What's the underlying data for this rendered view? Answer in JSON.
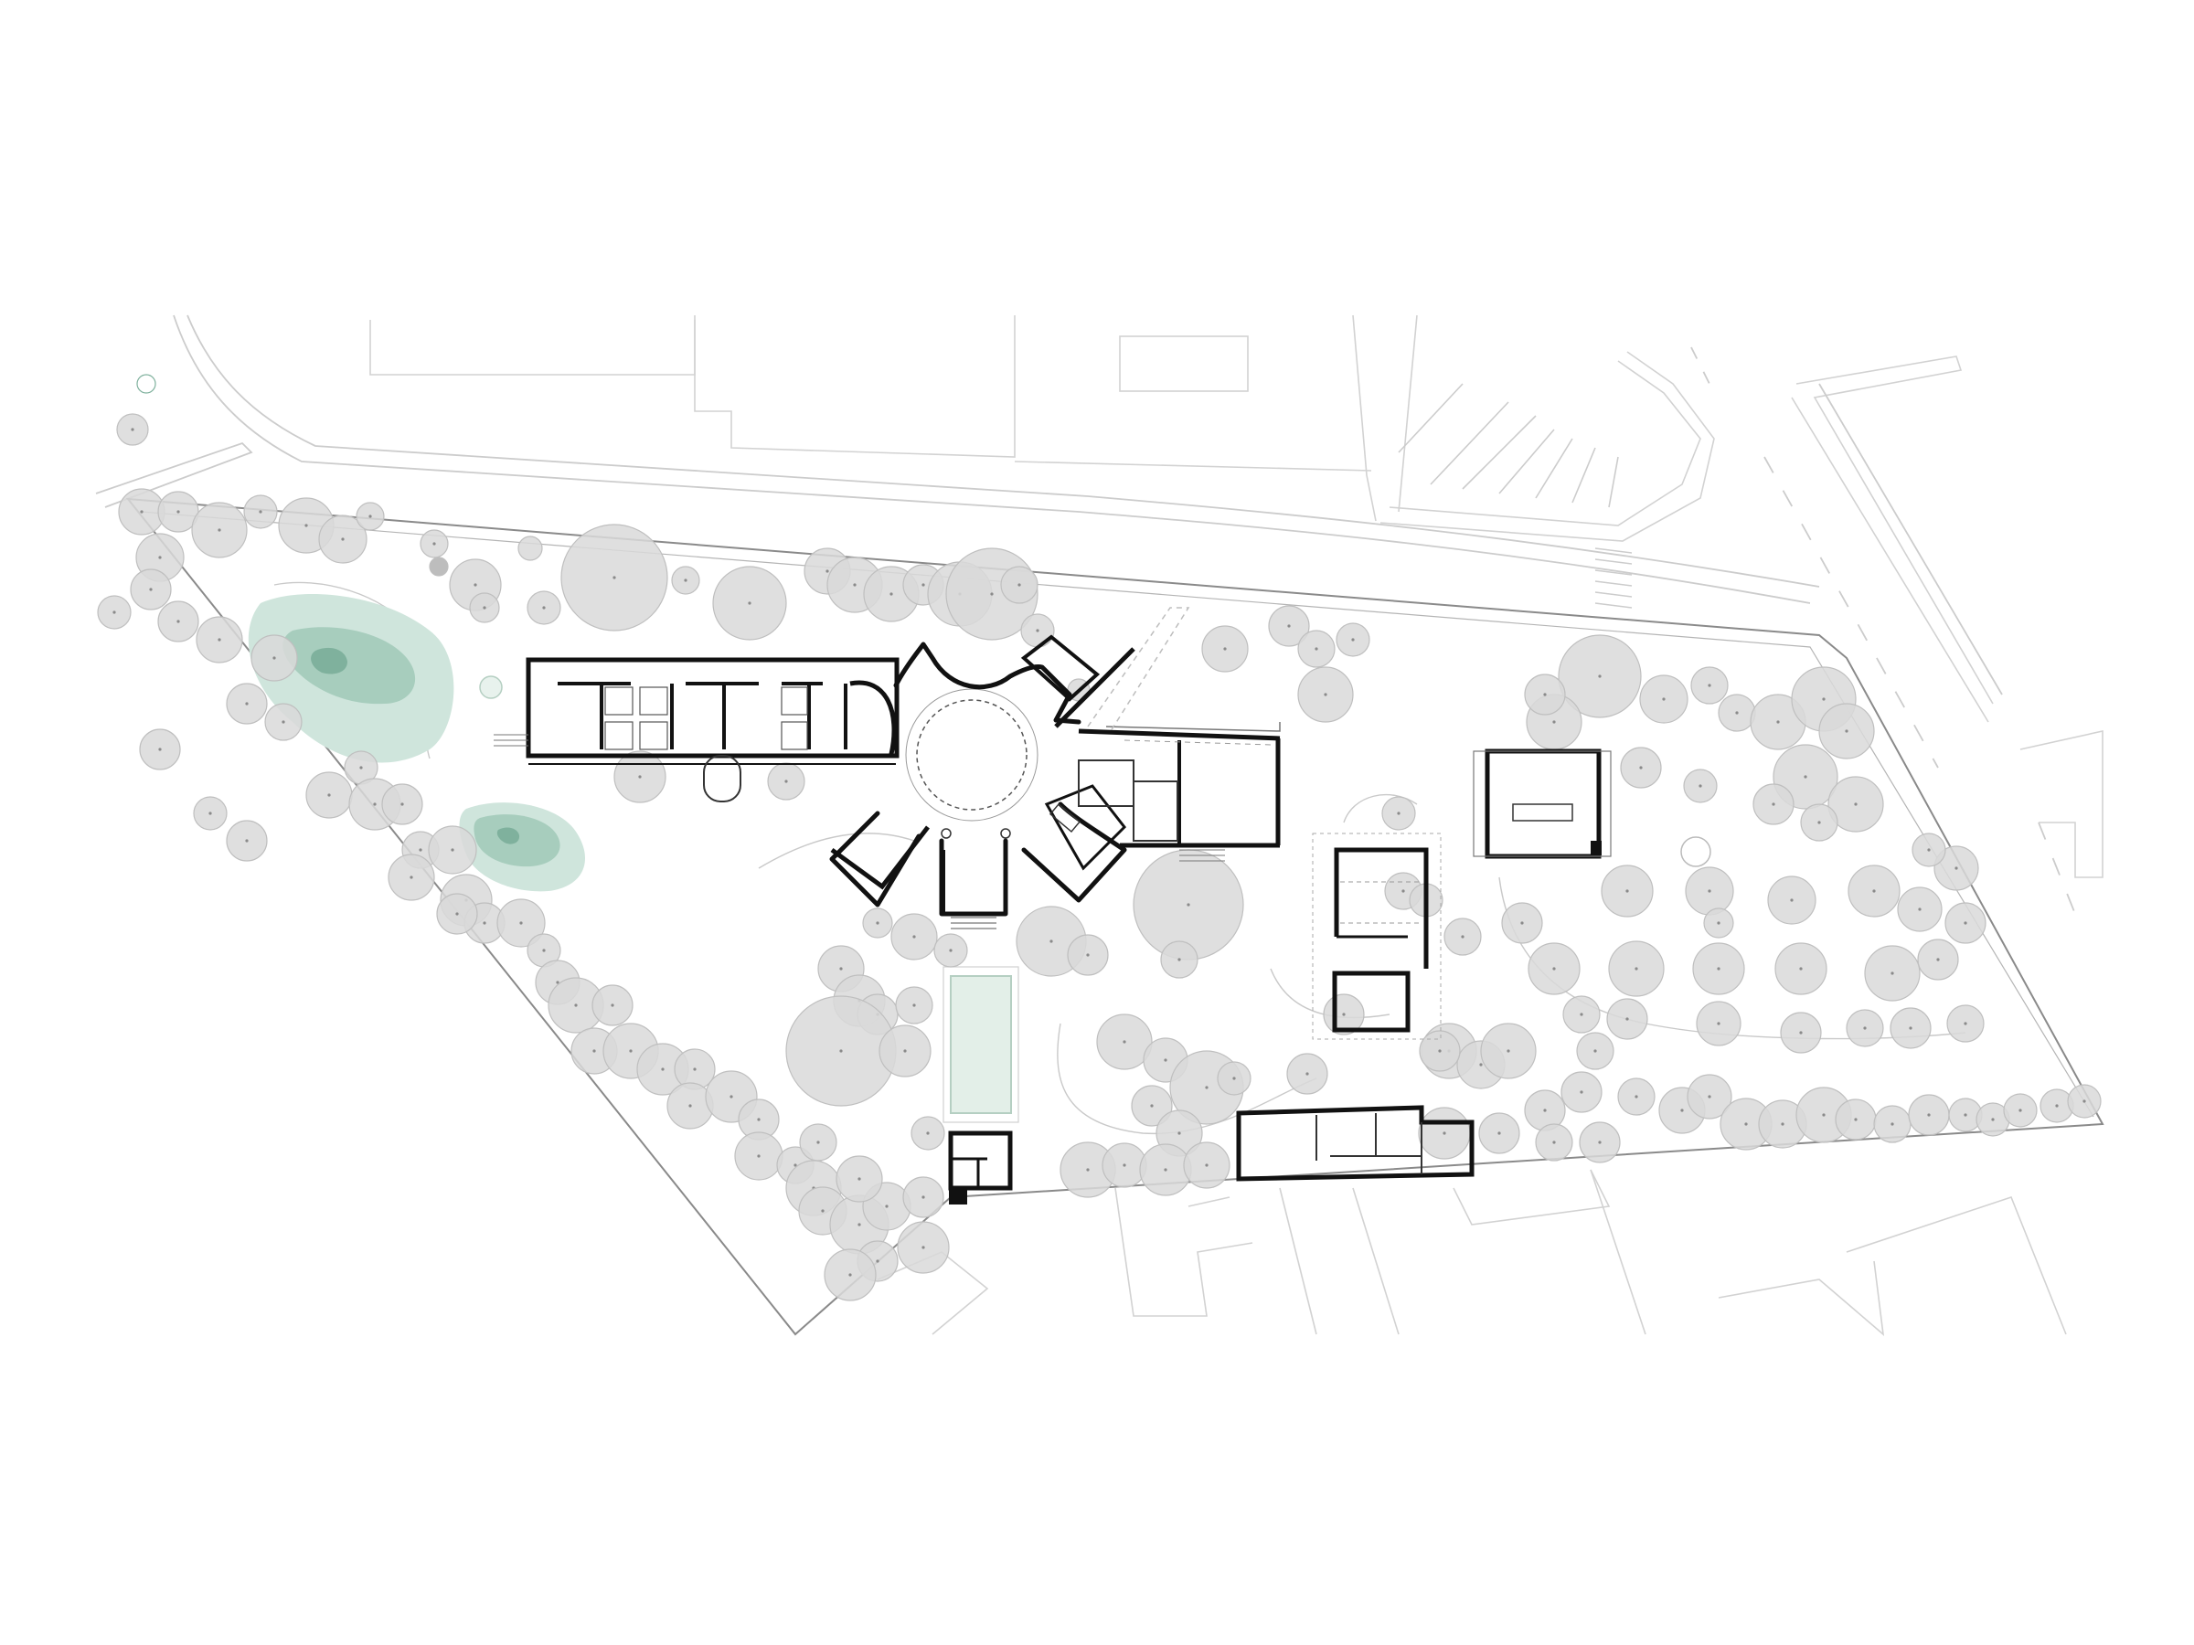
{
  "diagram": {
    "type": "architectural-site-plan",
    "text_labels": [],
    "colors": {
      "background": "#ffffff",
      "context_lines": "#cfcfcf",
      "boundary": "#8a8a8a",
      "tree_fill": "#d9d9d9",
      "tree_fill_dark": "#bdbdbd",
      "tree_stroke": "#bfbfbf",
      "walls": "#111111",
      "pond_outer": "#cfe5dc",
      "pond_inner": "#a7cdbd",
      "pond_core": "#7fb19d",
      "pool": "#e3efe8",
      "pool_stroke": "#b5cfc2"
    },
    "elements": {
      "site_boundary": "site-boundary",
      "neighbourhood": "context-buildings",
      "streets": "street-curbs",
      "parking": "parking-stalls",
      "ponds": [
        "pond-large",
        "pond-small"
      ],
      "pool": "swimming-pool",
      "main_building": "radial-main-building",
      "west_wing": "west-wing",
      "east_wing": "east-wing",
      "pavilions": [
        "pavilion-north-east",
        "pavilion-central",
        "cottage-south",
        "gatehouse-south"
      ],
      "vegetation": "trees"
    }
  }
}
